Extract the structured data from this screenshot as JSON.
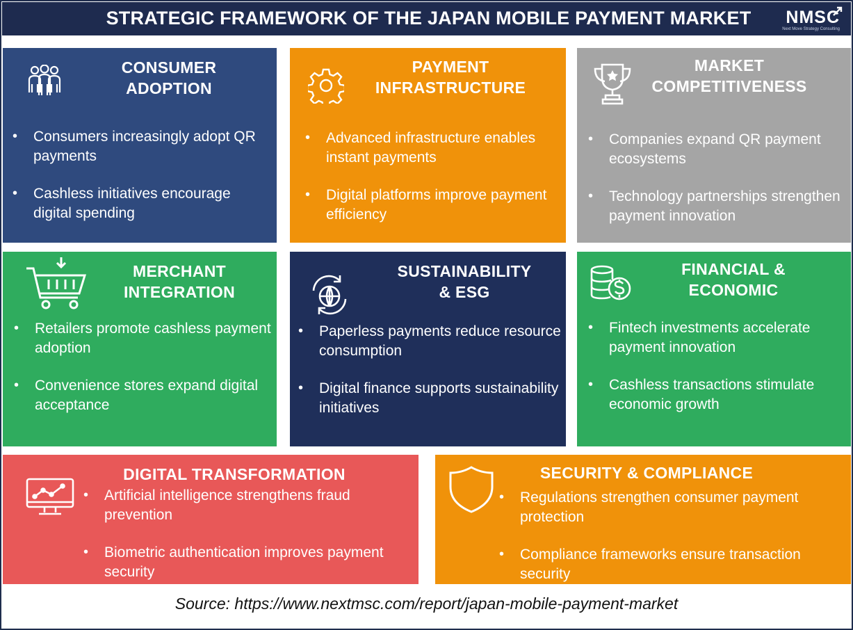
{
  "header": {
    "title": "STRATEGIC FRAMEWORK OF THE JAPAN MOBILE PAYMENT MARKET",
    "logo": "NMSC",
    "logo_tagline": "Next Move Strategy Consulting"
  },
  "colors": {
    "header": "#1e2b4f",
    "blue": "#2f4a7e",
    "orange": "#f0920a",
    "gray": "#a5a5a5",
    "green": "#2fac5e",
    "navy": "#1f2f5a",
    "red": "#e85858"
  },
  "cards": [
    {
      "title_line1": "CONSUMER",
      "title_line2": "ADOPTION",
      "icon": "people-icon",
      "bullets": [
        "Consumers increasingly adopt QR payments",
        "Cashless initiatives encourage digital spending"
      ]
    },
    {
      "title_line1": "PAYMENT",
      "title_line2": "INFRASTRUCTURE",
      "icon": "gear-icon",
      "bullets": [
        "Advanced infrastructure enables instant payments",
        "Digital platforms improve payment efficiency"
      ]
    },
    {
      "title_line1": "MARKET",
      "title_line2": "COMPETITIVENESS",
      "icon": "trophy-icon",
      "bullets": [
        "Companies expand QR payment ecosystems",
        "Technology partnerships strengthen payment innovation"
      ]
    },
    {
      "title_line1": "MERCHANT",
      "title_line2": "INTEGRATION",
      "icon": "cart-icon",
      "bullets": [
        "Retailers promote cashless payment adoption",
        "Convenience stores expand digital acceptance"
      ]
    },
    {
      "title_line1": "SUSTAINABILITY",
      "title_line2": "& ESG",
      "icon": "globe-cycle-icon",
      "bullets": [
        "Paperless payments reduce resource consumption",
        "Digital finance supports sustainability initiatives"
      ]
    },
    {
      "title_line1": "FINANCIAL &",
      "title_line2": "ECONOMIC",
      "icon": "coins-dollar-icon",
      "bullets": [
        "Fintech investments accelerate payment innovation",
        "Cashless transactions stimulate economic growth"
      ]
    },
    {
      "title_line1": "DIGITAL TRANSFORMATION",
      "title_line2": "",
      "icon": "monitor-chart-icon",
      "bullets": [
        "Artificial intelligence strengthens fraud prevention",
        "Biometric authentication improves payment security"
      ]
    },
    {
      "title_line1": "SECURITY & COMPLIANCE",
      "title_line2": "",
      "icon": "shield-icon",
      "bullets": [
        "Regulations strengthen consumer payment protection",
        "Compliance frameworks ensure transaction security"
      ]
    }
  ],
  "source": "Source: https://www.nextmsc.com/report/japan-mobile-payment-market"
}
